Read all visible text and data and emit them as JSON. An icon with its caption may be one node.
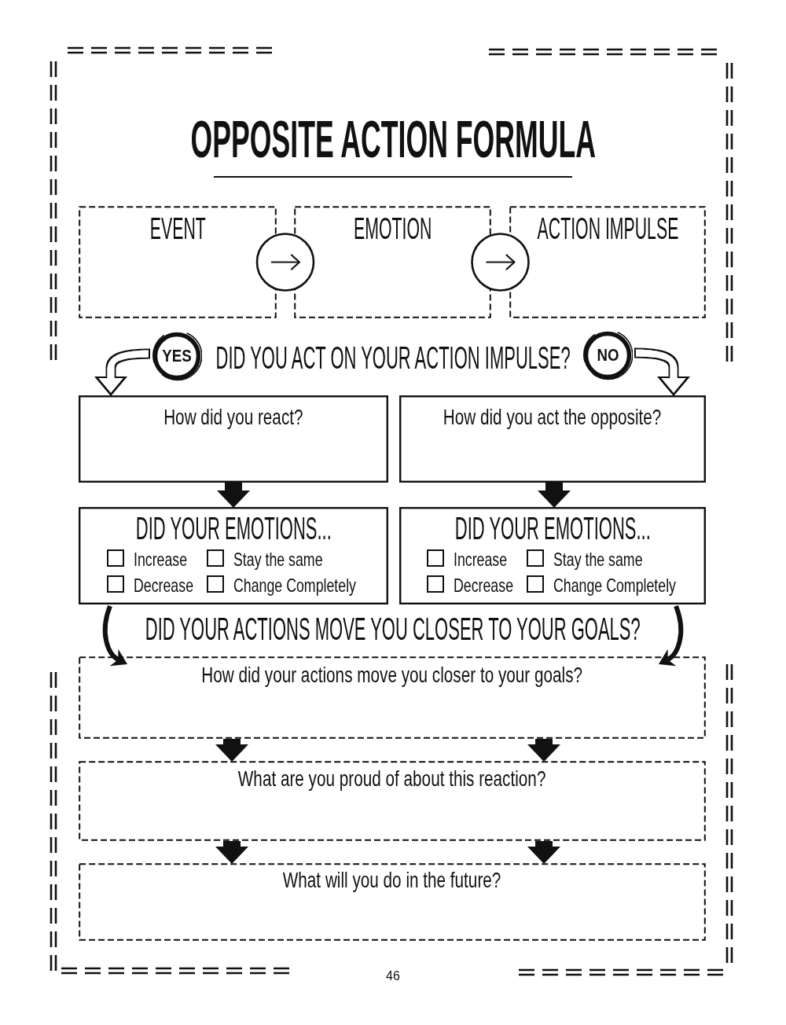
{
  "diagram": {
    "title": "OPPOSITE ACTION FORMULA",
    "nodes": [
      {
        "text": [
          "EVENT"
        ]
      },
      {
        "text": [
          "EMOTION"
        ]
      },
      {
        "text": [
          "ACTION IMPULSE"
        ]
      },
      {
        "text": [
          "YES"
        ]
      },
      {
        "text": [
          "NO"
        ]
      },
      {
        "text": [
          "How did you react?"
        ]
      },
      {
        "text": [
          "How did you act the opposite?"
        ]
      },
      {
        "text": [
          "DID YOUR EMOTIONS...",
          "Increase",
          "Stay the same",
          "Decrease",
          "Change Completely"
        ]
      },
      {
        "text": [
          "DID YOUR EMOTIONS...",
          "Increase",
          "Stay the same",
          "Decrease",
          "Change Completely"
        ]
      },
      {
        "text": [
          "How did your actions move you closer to your goals?"
        ]
      },
      {
        "text": [
          "What are you proud of about this reaction?"
        ]
      },
      {
        "text": [
          "What will you do in the future?"
        ]
      }
    ],
    "edges": [
      {
        "from": 0,
        "to": 1,
        "arrow": "to"
      },
      {
        "from": 1,
        "to": 2,
        "arrow": "to"
      },
      {
        "from": 3,
        "to": 5,
        "arrow": "to"
      },
      {
        "from": 4,
        "to": 6,
        "arrow": "to"
      },
      {
        "from": 5,
        "to": 7,
        "arrow": "to"
      },
      {
        "from": 6,
        "to": 8,
        "arrow": "to"
      },
      {
        "from": 7,
        "to": 9,
        "arrow": "to"
      },
      {
        "from": 8,
        "to": 9,
        "arrow": "to"
      },
      {
        "from": 9,
        "to": 10,
        "arrow": "to"
      },
      {
        "from": 9,
        "to": 10,
        "arrow": "to"
      },
      {
        "from": 10,
        "to": 11,
        "arrow": "to"
      },
      {
        "from": 10,
        "to": 11,
        "arrow": "to"
      }
    ],
    "labels": [
      "DID YOU ACT ON YOUR ACTION IMPULSE?",
      "DID YOUR ACTIONS MOVE YOU CLOSER TO YOUR GOALS?",
      "46"
    ]
  }
}
